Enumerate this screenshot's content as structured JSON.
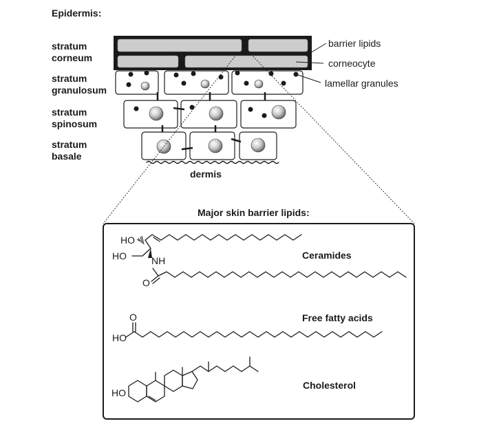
{
  "heading": "Epidermis:",
  "layers": {
    "corneum_1": "stratum",
    "corneum_2": "corneum",
    "granulosum_1": "stratum",
    "granulosum_2": "granulosum",
    "spinosum_1": "stratum",
    "spinosum_2": "spinosum",
    "basale_1": "stratum",
    "basale_2": "basale"
  },
  "callouts": {
    "barrier_lipids": "barrier lipids",
    "corneocyte": "corneocyte",
    "lamellar_granules": "lamellar granules"
  },
  "dermis_label": "dermis",
  "panel": {
    "title": "Major skin barrier lipids:",
    "ceramides": "Ceramides",
    "free_fatty_acids": "Free fatty acids",
    "cholesterol": "Cholesterol"
  },
  "atoms": {
    "ho_ceramide_top": "HO",
    "ho_ceramide_left": "HO",
    "nh": "NH",
    "o_amide": "O",
    "o_acid": "O",
    "ho_acid": "HO",
    "ho_chol": "HO"
  },
  "colors": {
    "ink": "#1a1a1a",
    "corneocyte_fill": "#cccccc",
    "lipid_band": "#1a1a1a"
  }
}
